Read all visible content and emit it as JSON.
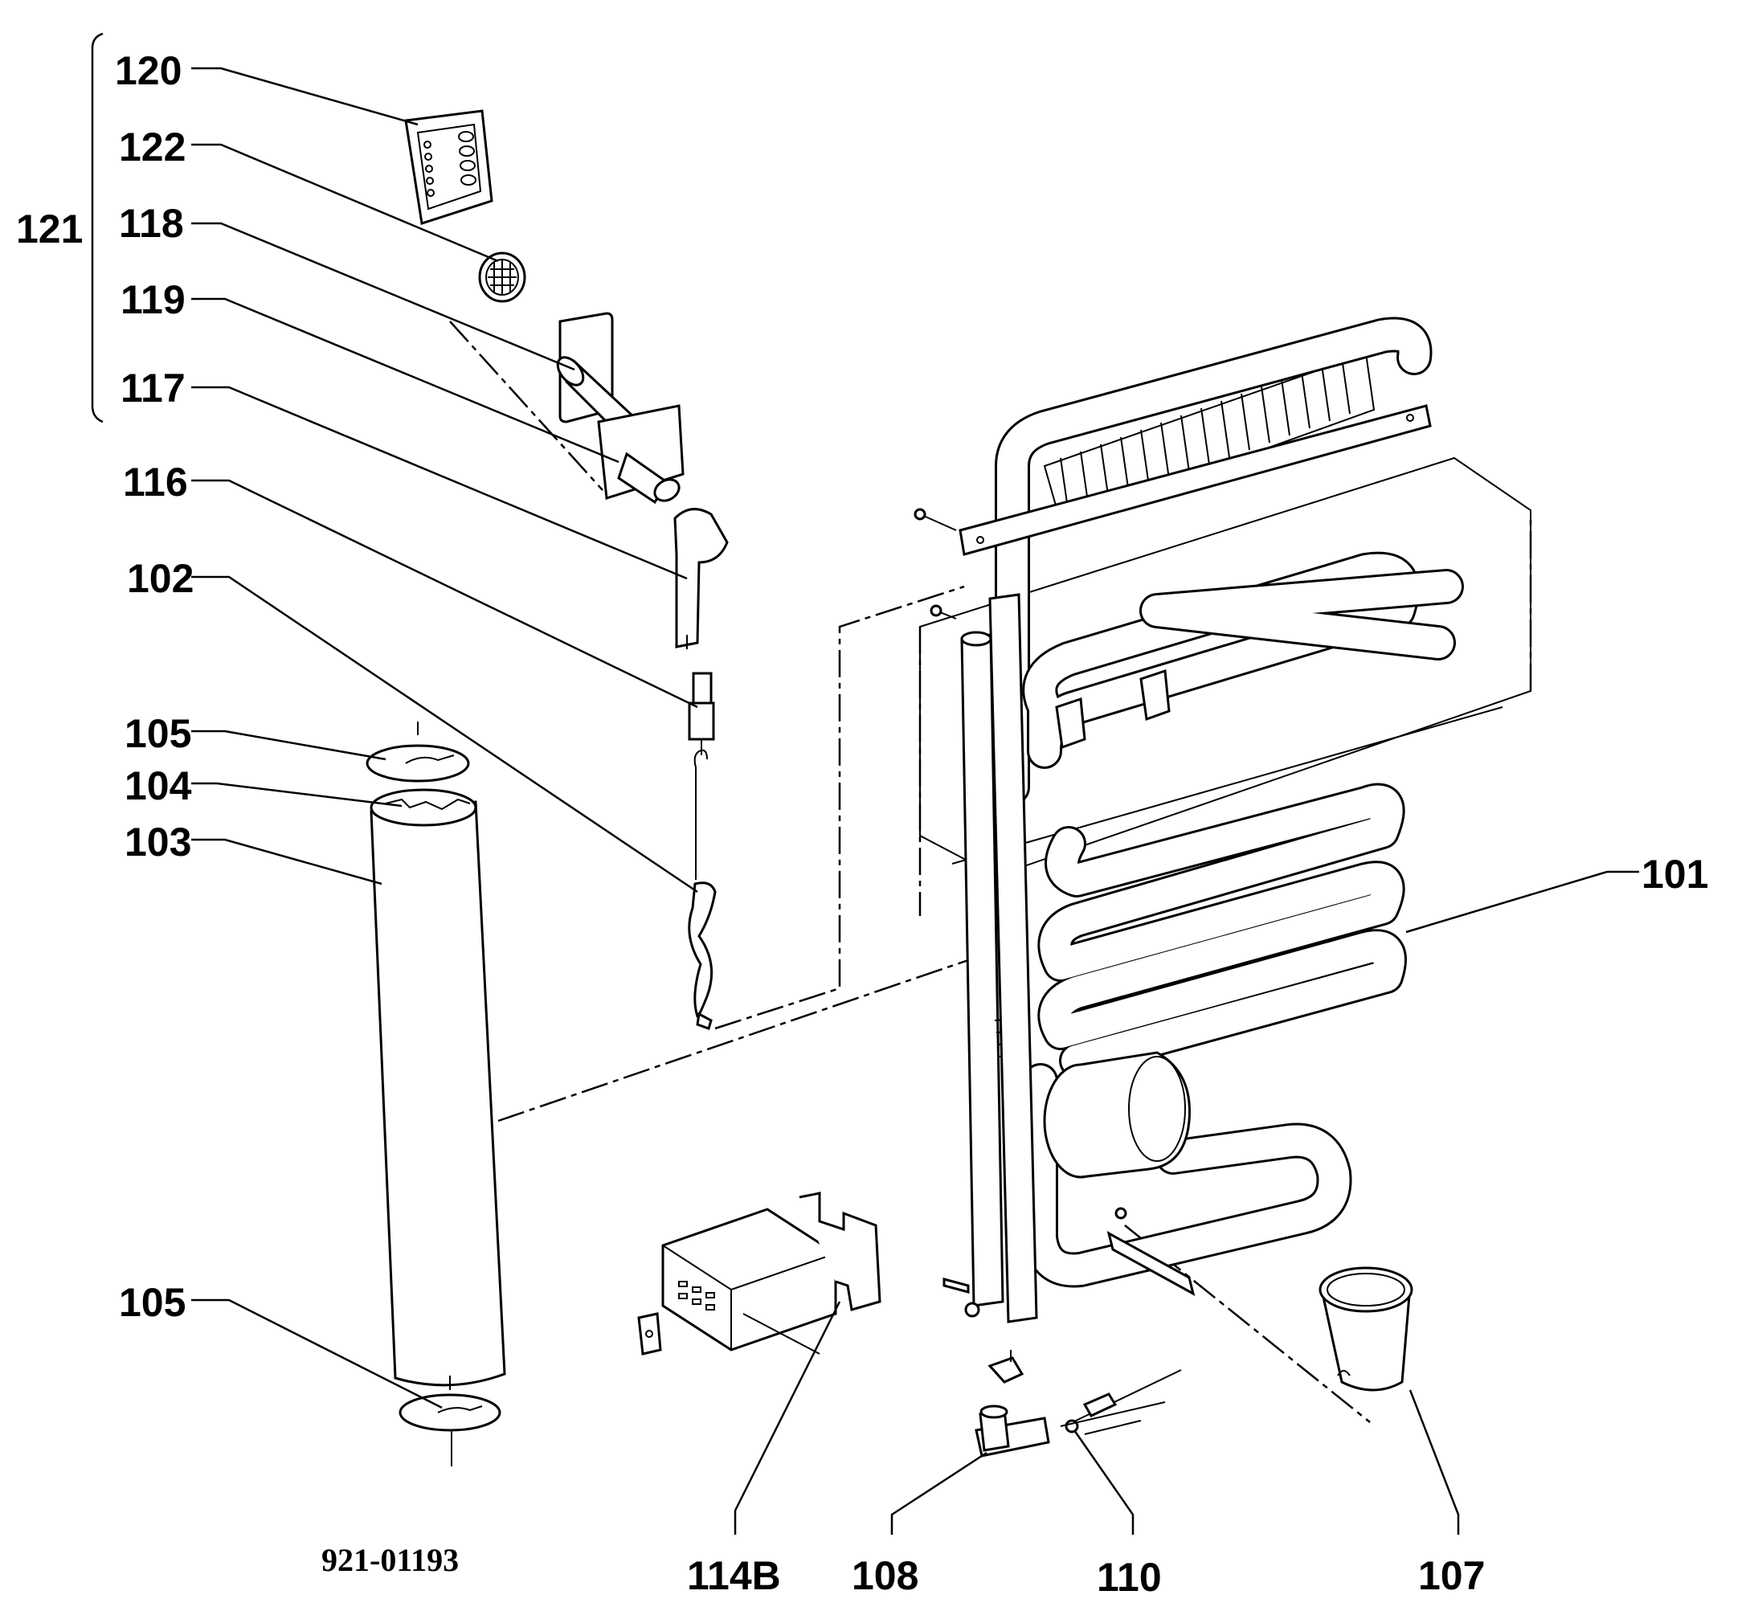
{
  "labels": {
    "l120": "120",
    "l122": "122",
    "l121": "121",
    "l118": "118",
    "l119": "119",
    "l117": "117",
    "l116": "116",
    "l102": "102",
    "l105a": "105",
    "l104": "104",
    "l103": "103",
    "l101": "101",
    "l105b": "105",
    "l114b": "114B",
    "l108": "108",
    "l110": "110",
    "l107": "107"
  },
  "drawing_number": "921-01193"
}
